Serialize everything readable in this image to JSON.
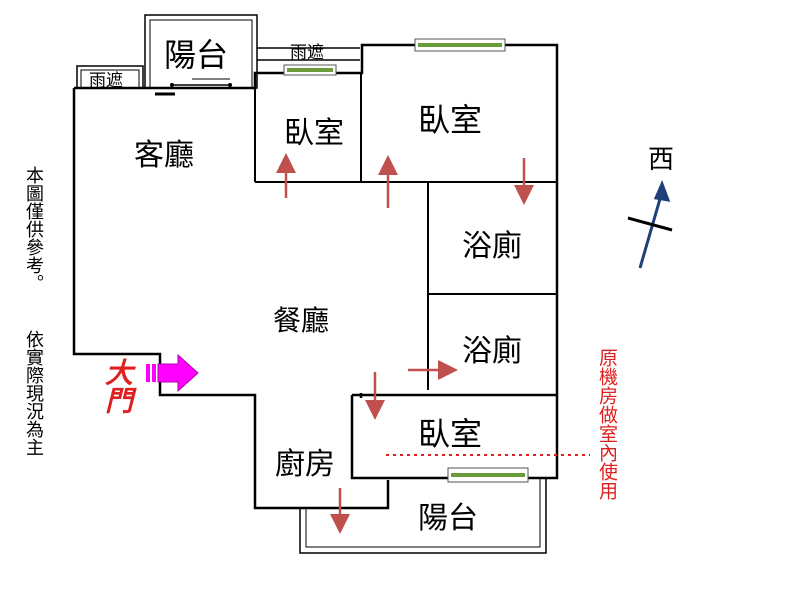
{
  "rooms": {
    "balcony_top": "陽台",
    "canopy_left": "雨遮",
    "canopy_mid": "雨遮",
    "living_room": "客廳",
    "bedroom_small": "臥室",
    "bedroom_master": "臥室",
    "bath_upper": "浴廁",
    "dining_room": "餐廳",
    "bath_lower": "浴廁",
    "bedroom_lower": "臥室",
    "kitchen": "廚房",
    "balcony_bottom": "陽台"
  },
  "entrance_label": "大門",
  "compass": {
    "label": "西"
  },
  "disclaimer": {
    "line1": "本圖僅供參考。",
    "line2": "依實際現況為主"
  },
  "note": "原機房做室內使用",
  "colors": {
    "wall": "#000000",
    "arrow": "#c0504d",
    "entrance_arrow": "#ff00ff",
    "entrance_text": "#e02020",
    "compass": "#1f3f7a",
    "note": "#e02020",
    "window": "#6a9a3a"
  }
}
